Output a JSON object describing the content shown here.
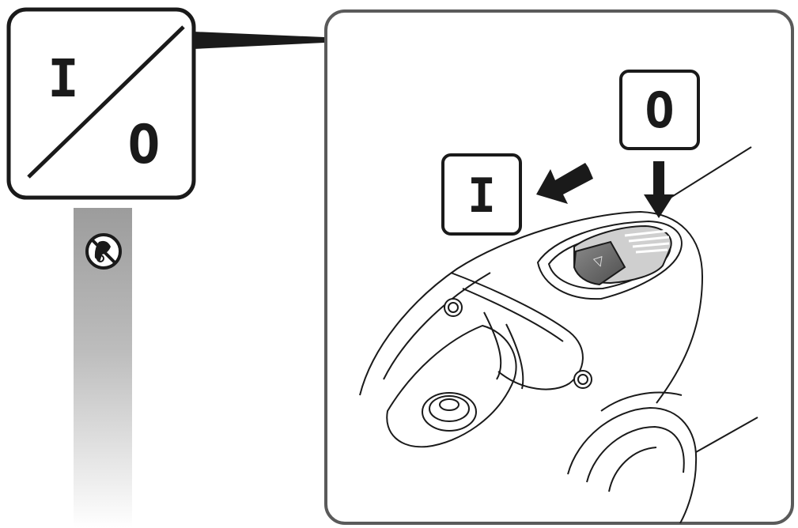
{
  "symbol_panel": {
    "on_symbol": "I",
    "off_symbol": "O"
  },
  "detail_panel": {
    "on_label": "I",
    "off_label": "O",
    "slide_arrow_glyph": "▽"
  },
  "side_strip": {
    "warning_icon": "no-touch-hot-surface-icon"
  },
  "colors": {
    "ink": "#1a1a1a",
    "panel_border": "#5a5a5a",
    "strip_top": "#9c9c9c",
    "strip_bottom": "#ffffff",
    "switch_dark": "#6a6a6a",
    "switch_light": "#cfcfcf"
  }
}
